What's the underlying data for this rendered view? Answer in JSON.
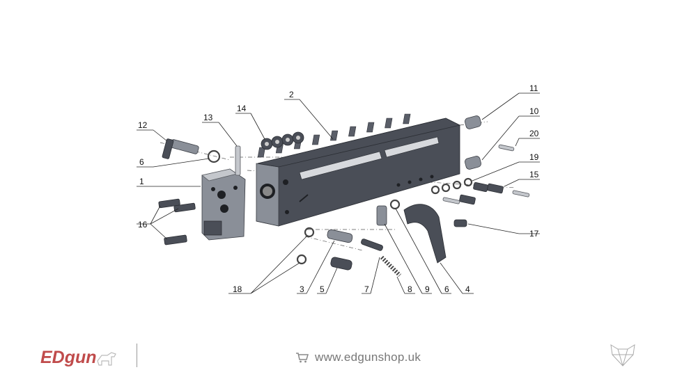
{
  "callouts": [
    "1",
    "2",
    "3",
    "4",
    "5",
    "6",
    "6",
    "7",
    "8",
    "9",
    "10",
    "11",
    "12",
    "13",
    "14",
    "15",
    "16",
    "17",
    "18",
    "19",
    "20"
  ],
  "footer": {
    "brand": "EDgun",
    "website": "www.edgunshop.uk",
    "cart_icon": "cart-icon",
    "brand_mascot_icon": "dog-icon",
    "fox_logo_icon": "fox-head-icon"
  },
  "colors": {
    "brand_red": "#c04b4b",
    "part_dark": "#4a4e57",
    "text_gray": "#777777"
  }
}
